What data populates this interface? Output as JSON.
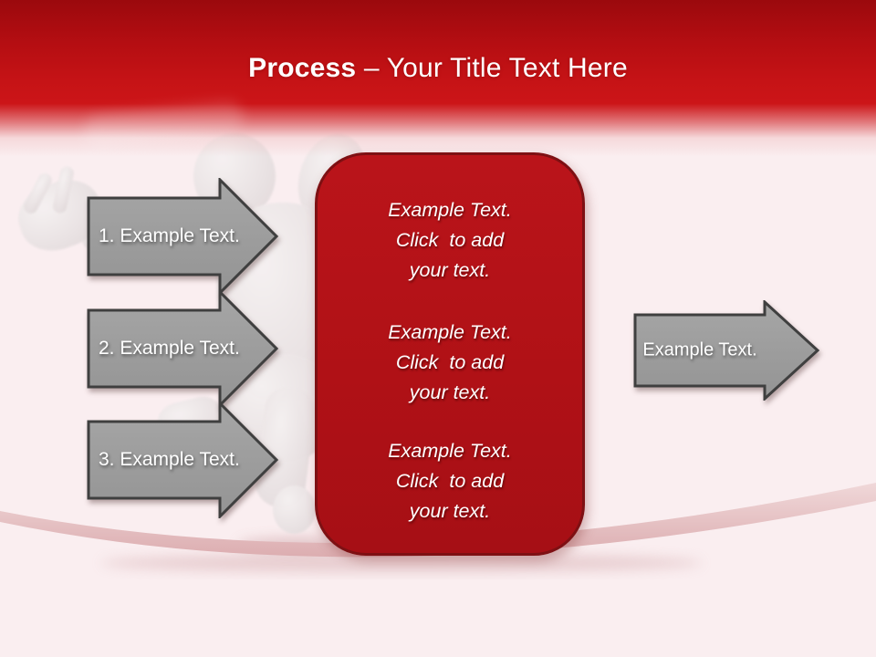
{
  "title": {
    "bold": "Process",
    "rest": "– Your Title Text Here"
  },
  "left_arrows": [
    {
      "label": "1. Example Text."
    },
    {
      "label": "2. Example Text."
    },
    {
      "label": "3. Example Text."
    }
  ],
  "center_box": {
    "blocks": [
      "Example Text.\nClick  to add\nyour text.",
      "Example Text.\nClick  to add\nyour text.",
      "Example Text.\nClick  to add\nyour text."
    ]
  },
  "right_arrow": {
    "label": "Example Text."
  },
  "colors": {
    "background": "#FAEEF0",
    "header_red": "#C61316",
    "box_red": "#B01116",
    "box_border": "#7E1013",
    "arrow_gray": "#9B9B9B",
    "arrow_border": "#3F3F3F",
    "rope_pink": "#E2B9BC",
    "text_white": "#FFFFFF"
  }
}
